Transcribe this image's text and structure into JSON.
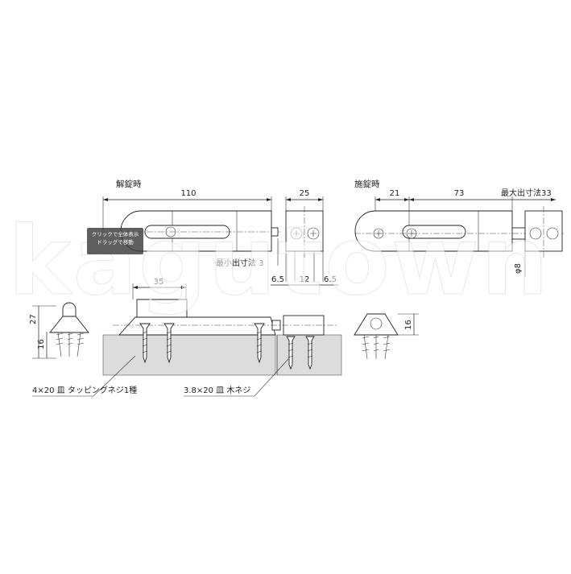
{
  "views": {
    "unlocked_label": "解錠時",
    "locked_label": "施錠時"
  },
  "dimensions": {
    "unlocked_length": "110",
    "width": "25",
    "min_projection_label": "最小出寸法 3",
    "side_left": "6.5",
    "side_center": "12",
    "side_right": "6.5",
    "lock_offset": "21",
    "lock_length": "73",
    "max_projection_label": "最大出寸法33",
    "bolt_diameter": "φ8",
    "base_length": "35",
    "height_total": "27",
    "height_base": "16",
    "height_end": "16"
  },
  "screws": {
    "tapping": "4×20 皿 タッピングネジ1種",
    "wood": "3.8×20 皿 木ネジ"
  },
  "overlay": {
    "line1": "クリックで全体表示",
    "line2": "ドラッグで移動"
  },
  "watermark": "kagutown"
}
